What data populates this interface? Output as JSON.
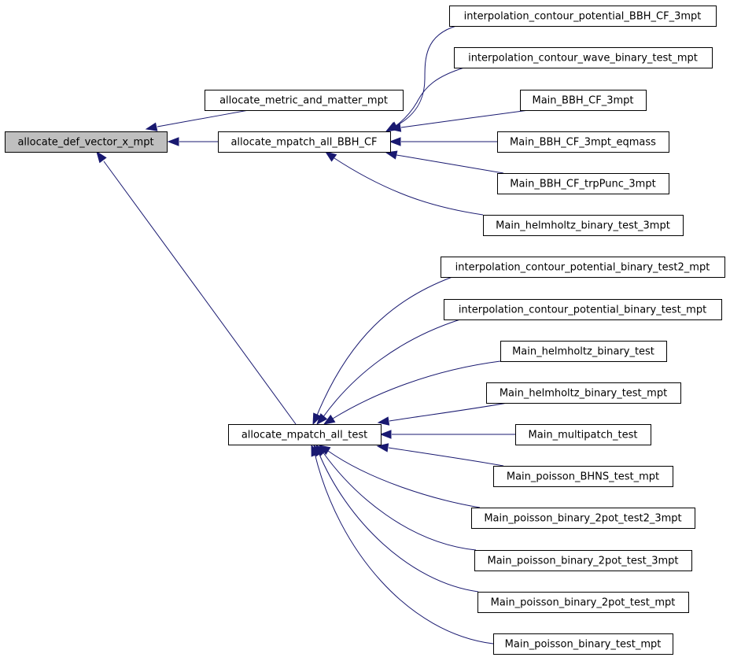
{
  "graph": {
    "nodes": [
      {
        "id": "root",
        "label": "allocate_def_vector_x_mpt"
      },
      {
        "id": "m1",
        "label": "allocate_metric_and_matter_mpt"
      },
      {
        "id": "m2",
        "label": "allocate_mpatch_all_BBH_CF"
      },
      {
        "id": "m3",
        "label": "allocate_mpatch_all_test"
      },
      {
        "id": "a1",
        "label": "interpolation_contour_potential_BBH_CF_3mpt"
      },
      {
        "id": "a2",
        "label": "interpolation_contour_wave_binary_test_mpt"
      },
      {
        "id": "a3",
        "label": "Main_BBH_CF_3mpt"
      },
      {
        "id": "a4",
        "label": "Main_BBH_CF_3mpt_eqmass"
      },
      {
        "id": "a5",
        "label": "Main_BBH_CF_trpPunc_3mpt"
      },
      {
        "id": "a6",
        "label": "Main_helmholtz_binary_test_3mpt"
      },
      {
        "id": "b1",
        "label": "interpolation_contour_potential_binary_test2_mpt"
      },
      {
        "id": "b2",
        "label": "interpolation_contour_potential_binary_test_mpt"
      },
      {
        "id": "b3",
        "label": "Main_helmholtz_binary_test"
      },
      {
        "id": "b4",
        "label": "Main_helmholtz_binary_test_mpt"
      },
      {
        "id": "b5",
        "label": "Main_multipatch_test"
      },
      {
        "id": "b6",
        "label": "Main_poisson_BHNS_test_mpt"
      },
      {
        "id": "b7",
        "label": "Main_poisson_binary_2pot_test2_3mpt"
      },
      {
        "id": "b8",
        "label": "Main_poisson_binary_2pot_test_3mpt"
      },
      {
        "id": "b9",
        "label": "Main_poisson_binary_2pot_test_mpt"
      },
      {
        "id": "b10",
        "label": "Main_poisson_binary_test_mpt"
      }
    ],
    "edges": [
      {
        "from": "m1",
        "to": "root"
      },
      {
        "from": "m2",
        "to": "root"
      },
      {
        "from": "m3",
        "to": "root"
      },
      {
        "from": "a1",
        "to": "m2"
      },
      {
        "from": "a2",
        "to": "m2"
      },
      {
        "from": "a3",
        "to": "m2"
      },
      {
        "from": "a4",
        "to": "m2"
      },
      {
        "from": "a5",
        "to": "m2"
      },
      {
        "from": "a6",
        "to": "m2"
      },
      {
        "from": "b1",
        "to": "m3"
      },
      {
        "from": "b2",
        "to": "m3"
      },
      {
        "from": "b3",
        "to": "m3"
      },
      {
        "from": "b4",
        "to": "m3"
      },
      {
        "from": "b5",
        "to": "m3"
      },
      {
        "from": "b6",
        "to": "m3"
      },
      {
        "from": "b7",
        "to": "m3"
      },
      {
        "from": "b8",
        "to": "m3"
      },
      {
        "from": "b9",
        "to": "m3"
      },
      {
        "from": "b10",
        "to": "m3"
      }
    ],
    "colors": {
      "edge": "#191970",
      "root_fill": "#bfbfbf",
      "node_fill": "#ffffff",
      "node_border": "#000000"
    }
  }
}
